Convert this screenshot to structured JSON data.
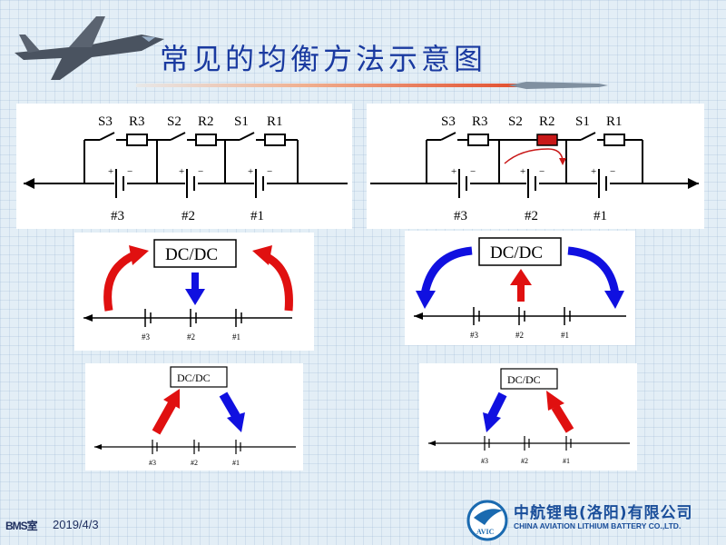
{
  "slide": {
    "title": "常见的均衡方法示意图",
    "date": "2019/4/3",
    "footer_mark": "BMS室",
    "company_cn": "中航锂电(洛阳)有限公司",
    "company_en": "CHINA AVIATION LITHIUM BATTERY CO.,LTD.",
    "logo_text": "AVIC"
  },
  "diagrams": {
    "passive": {
      "switches": [
        "S3",
        "S2",
        "S1"
      ],
      "resistors": [
        "R3",
        "R2",
        "R1"
      ],
      "cells": [
        "#3",
        "#2",
        "#1"
      ],
      "plus": "+",
      "minus": "−"
    },
    "dcdc": {
      "label": "DC/DC",
      "cells": [
        "#3",
        "#2",
        "#1"
      ]
    }
  },
  "colors": {
    "red_arrow": "#e01010",
    "blue_arrow": "#1010e0",
    "highlight_resistor": "#c81818",
    "title": "#1a3aa0"
  }
}
